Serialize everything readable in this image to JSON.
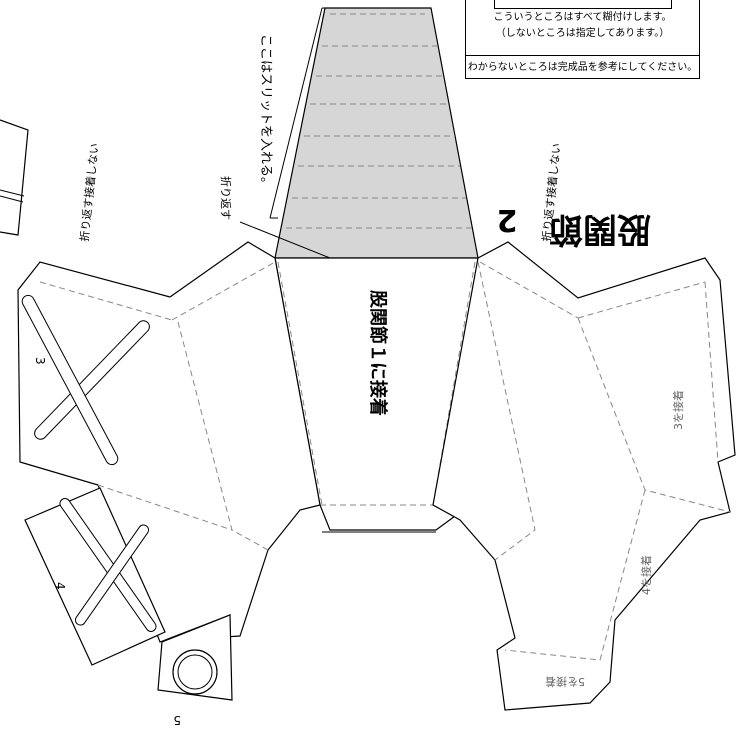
{
  "notes": {
    "line1": "こういうところはすべて糊付けします。",
    "line2": "（しないところは指定してあります。）",
    "line3": "わからないところは完成品を参考にしてください。"
  },
  "labels": {
    "title_big": "股関節",
    "title_num": "2",
    "center_text": "股関節１に接着",
    "no_glue_left": "折り返す接着しない",
    "no_glue_right": "折り返す接着しない",
    "slit_note": "ここはスリットを入れる。",
    "fold_note": "折り返す",
    "num_3": "3",
    "num_4": "4",
    "num_5": "5",
    "glue3": "3を接着",
    "glue4": "4を接着",
    "glue5": "5を接着"
  },
  "colors": {
    "glue_fill": "#d6d6d6",
    "line": "#000000",
    "fold_line": "#888888"
  }
}
